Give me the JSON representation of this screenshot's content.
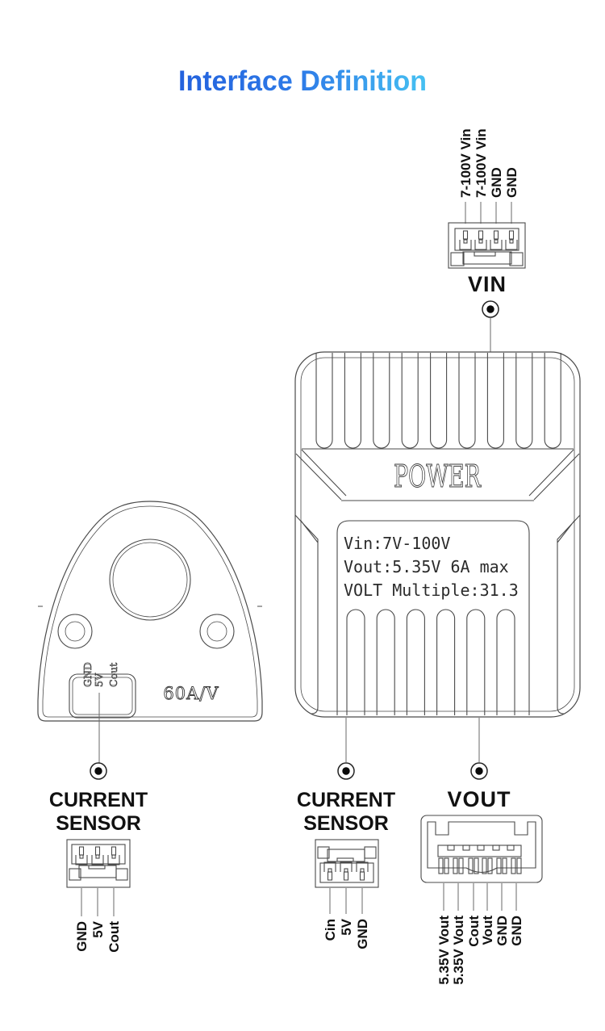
{
  "title": {
    "text": "Interface Definition"
  },
  "colors": {
    "title_gradient_start": "#2361dd",
    "title_gradient_mid": "#2e7ce8",
    "title_gradient_end": "#46c1f2",
    "drawing_line": "#4a4a4a",
    "label_text": "#111111"
  },
  "vin_connector": {
    "label": "VIN",
    "pin_labels": [
      "7-100V Vin",
      "7-100V Vin",
      "GND",
      "GND"
    ]
  },
  "power_module": {
    "title": "POWER",
    "spec_line1": "Vin:7V-100V",
    "spec_line2": "Vout:5.35V 6A max",
    "spec_line3": "VOLT Multiple:31.3"
  },
  "current_sensor_device": {
    "rating": "60A/V",
    "engraved_pin_labels": [
      "GND",
      "5V",
      "Cout"
    ]
  },
  "left_connector": {
    "label_line1": "CURRENT",
    "label_line2": "SENSOR",
    "pin_labels": [
      "GND",
      "5V",
      "Cout"
    ]
  },
  "middle_connector": {
    "label_line1": "CURRENT",
    "label_line2": "SENSOR",
    "pin_labels": [
      "Cin",
      "5V",
      "GND"
    ]
  },
  "vout_connector": {
    "label": "VOUT",
    "pin_labels": [
      "5.35V Vout",
      "5.35V Vout",
      "Cout",
      "Vout",
      "GND",
      "GND"
    ]
  }
}
